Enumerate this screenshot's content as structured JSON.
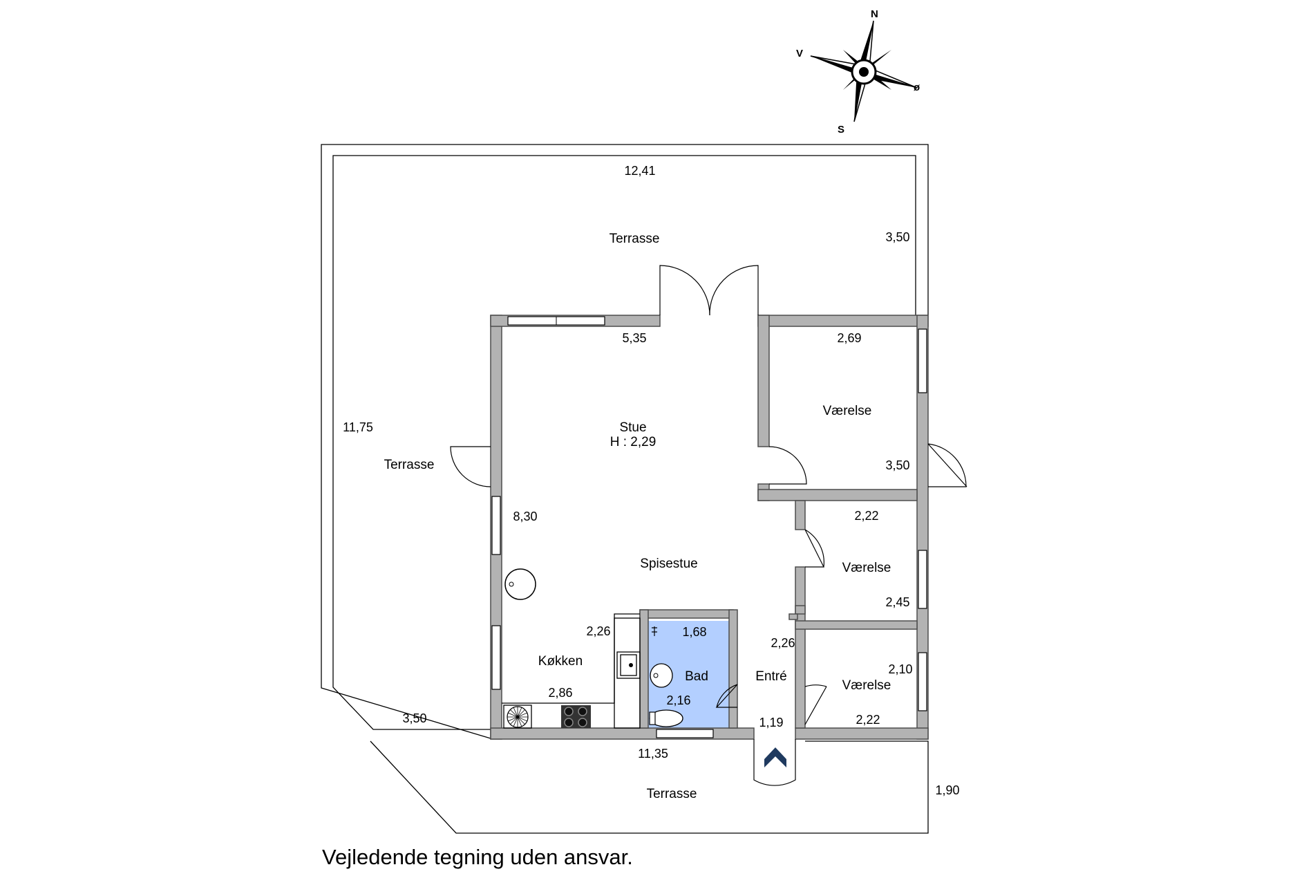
{
  "compass": {
    "north": "N",
    "south": "S",
    "east": "ø",
    "west": "V",
    "icon": "compass-rose-icon"
  },
  "rooms": {
    "terrasse_top": "Terrasse",
    "terrasse_left": "Terrasse",
    "terrasse_bottom": "Terrasse",
    "stue": "Stue",
    "stue_height": "H : 2,29",
    "spisestue": "Spisestue",
    "koekken": "Køkken",
    "bad": "Bad",
    "entre": "Entré",
    "vaerelse_1": "Værelse",
    "vaerelse_2": "Værelse",
    "vaerelse_3": "Værelse"
  },
  "dimensions": {
    "terrace_top_width": "12,41",
    "terrace_top_depth": "3,50",
    "terrace_left_length": "11,75",
    "terrace_left_bottom": "3,50",
    "terrace_bottom_width": "11,35",
    "terrace_bottom_depth": "1,90",
    "stue_width": "5,35",
    "stue_length": "8,30",
    "vaerelse1_width": "2,69",
    "vaerelse1_depth": "3,50",
    "vaerelse2_width": "2,22",
    "vaerelse2_depth": "2,45",
    "vaerelse3_depth": "2,10",
    "vaerelse3_width": "2,22",
    "koekken_depth": "2,26",
    "koekken_width": "2,86",
    "bad_width": "1,68",
    "bad_depth": "2,16",
    "entre_depth": "2,26",
    "entre_width": "1,19"
  },
  "colors": {
    "wall_fill": "#b3b3b3",
    "bath_fill": "#b3cfff",
    "entrance_arrow": "#1f3a5f"
  },
  "disclaimer": "Vejledende tegning uden ansvar."
}
